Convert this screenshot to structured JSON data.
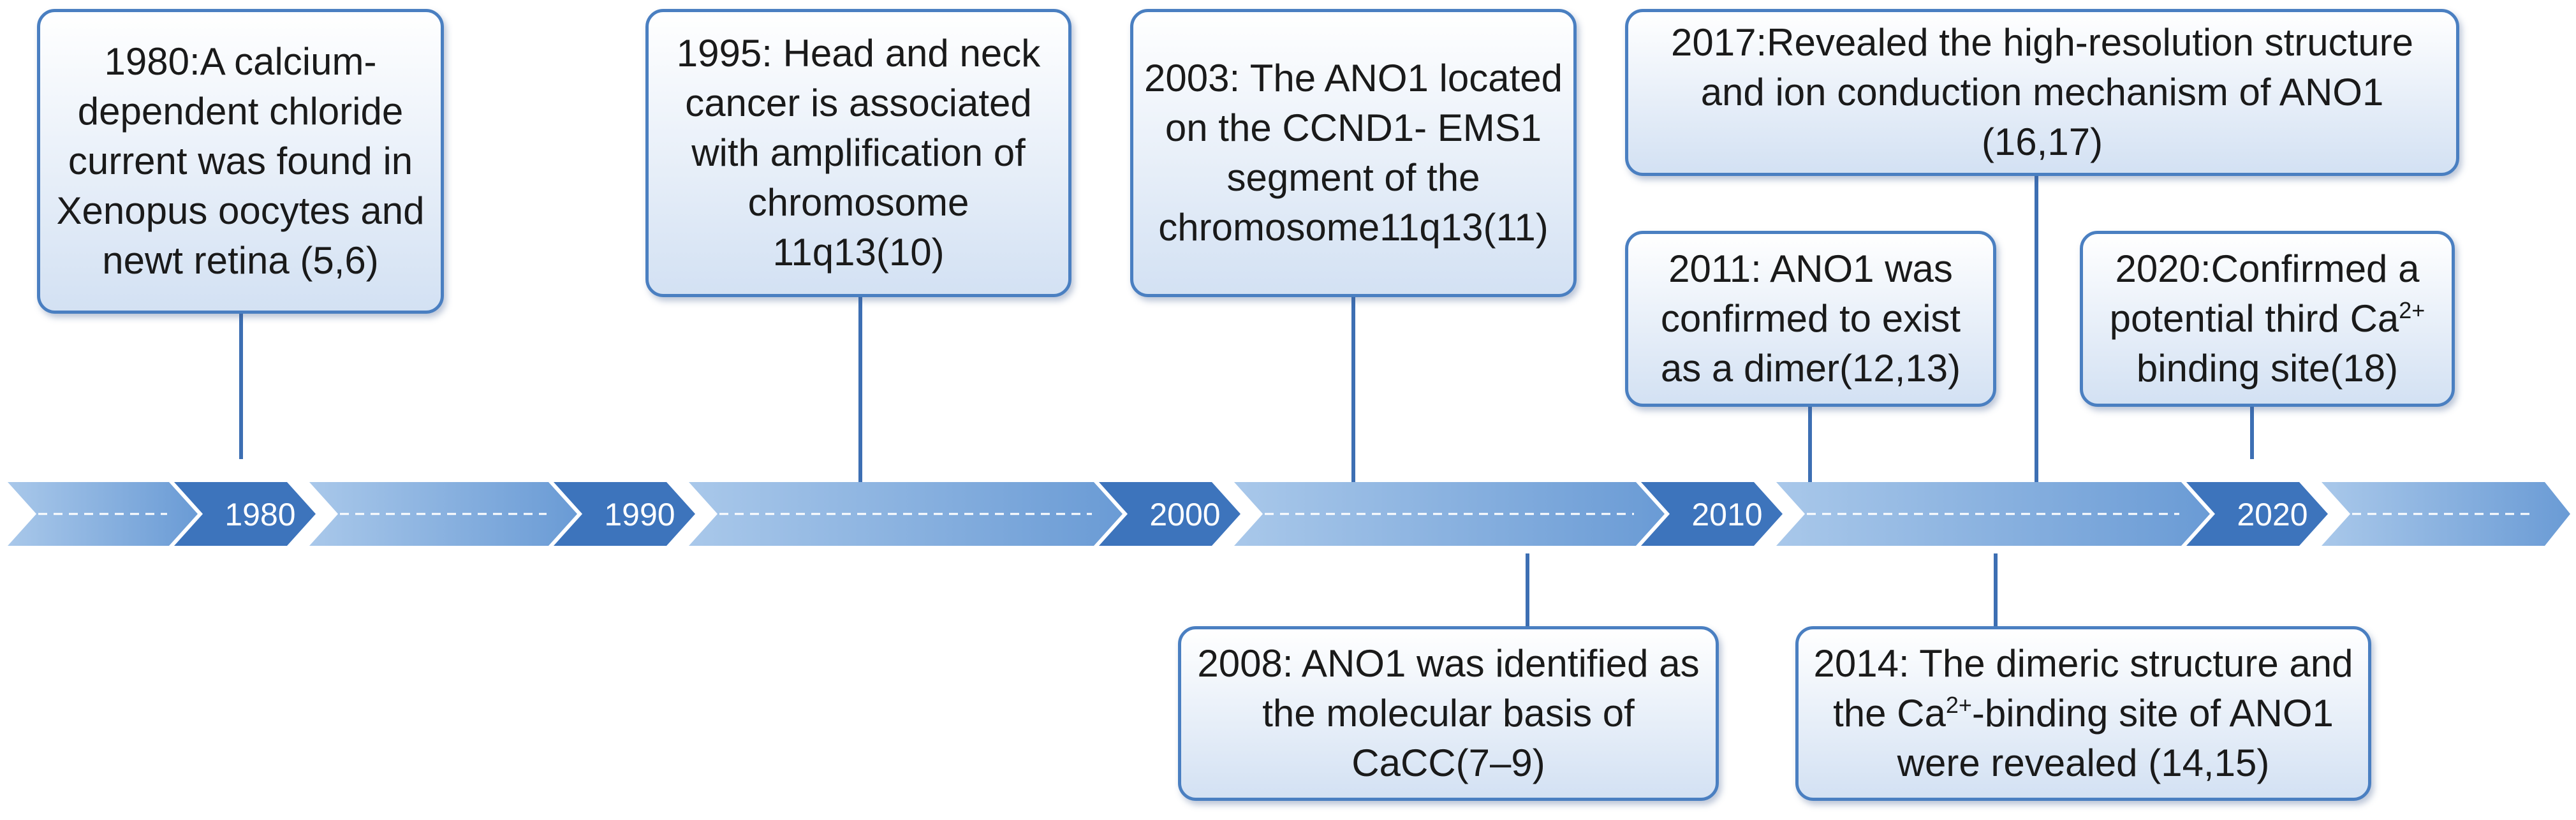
{
  "colors": {
    "segment_light": "#a9c8ea",
    "segment_dark": "#6a9bd5",
    "year_chevron": "#3d74bc",
    "connector": "#3d6fb3",
    "box_border": "#4a7fc1",
    "dash": "#ffffff"
  },
  "timeline": {
    "years": [
      "1980",
      "1990",
      "2000",
      "2010",
      "2020"
    ]
  },
  "events": [
    {
      "id": "e1980",
      "text": "1980:A calcium-dependent chloride current was found in Xenopus oocytes and newt retina (5,6)"
    },
    {
      "id": "e1995",
      "text": "1995: Head and neck cancer is associated with amplification of chromosome 11q13(10)"
    },
    {
      "id": "e2003",
      "text": "2003: The ANO1 located on the CCND1- EMS1 segment of the chromosome11q13(11)"
    },
    {
      "id": "e2008",
      "text": "2008: ANO1 was identified as the molecular basis of CaCC(7–9)"
    },
    {
      "id": "e2011",
      "text": "2011: ANO1 was confirmed to exist as a dimer(12,13)"
    },
    {
      "id": "e2014",
      "text_before": "2014: The dimeric structure and the Ca",
      "superscript": "2+",
      "text_after": "-binding site of ANO1 were revealed (14,15)"
    },
    {
      "id": "e2017",
      "text": "2017:Revealed the high-resolution structure and ion conduction mechanism of ANO1 (16,17)"
    },
    {
      "id": "e2020",
      "text_before": "2020:Confirmed a potential third Ca",
      "superscript": "2+",
      "text_after": " binding site(18)"
    }
  ]
}
